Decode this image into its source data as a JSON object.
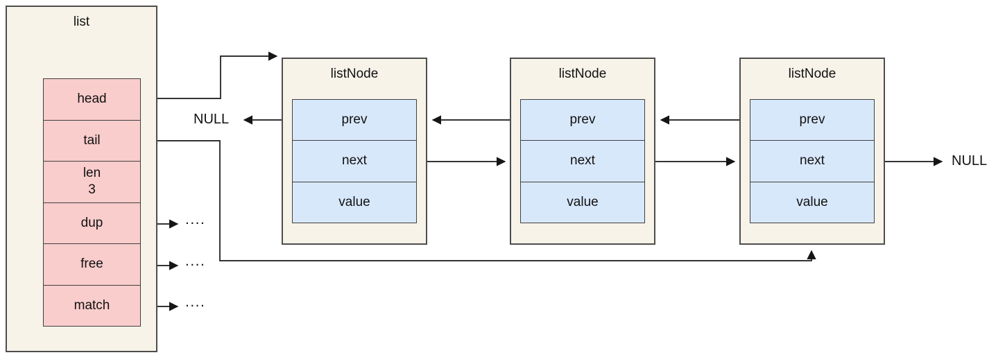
{
  "colors": {
    "canvas_bg": "#ffffff",
    "box_fill": "#f7f3e9",
    "box_border": "#4d4d4d",
    "cell_border": "#3f3f3f",
    "pink_fill": "#f9cdcc",
    "blue_fill": "#d8e8fb",
    "line": "#161616",
    "text": "#111111"
  },
  "list": {
    "title": "list",
    "fields": [
      {
        "label": "head"
      },
      {
        "label": "tail"
      },
      {
        "label": "len",
        "value": "3"
      },
      {
        "label": "dup"
      },
      {
        "label": "free"
      },
      {
        "label": "match"
      }
    ]
  },
  "nodes": [
    {
      "title": "listNode",
      "rows": [
        "prev",
        "next",
        "value"
      ]
    },
    {
      "title": "listNode",
      "rows": [
        "prev",
        "next",
        "value"
      ]
    },
    {
      "title": "listNode",
      "rows": [
        "prev",
        "next",
        "value"
      ]
    }
  ],
  "labels": {
    "null_left": "NULL",
    "null_right": "NULL",
    "dots_dup": "....",
    "dots_free": "....",
    "dots_match": "...."
  }
}
